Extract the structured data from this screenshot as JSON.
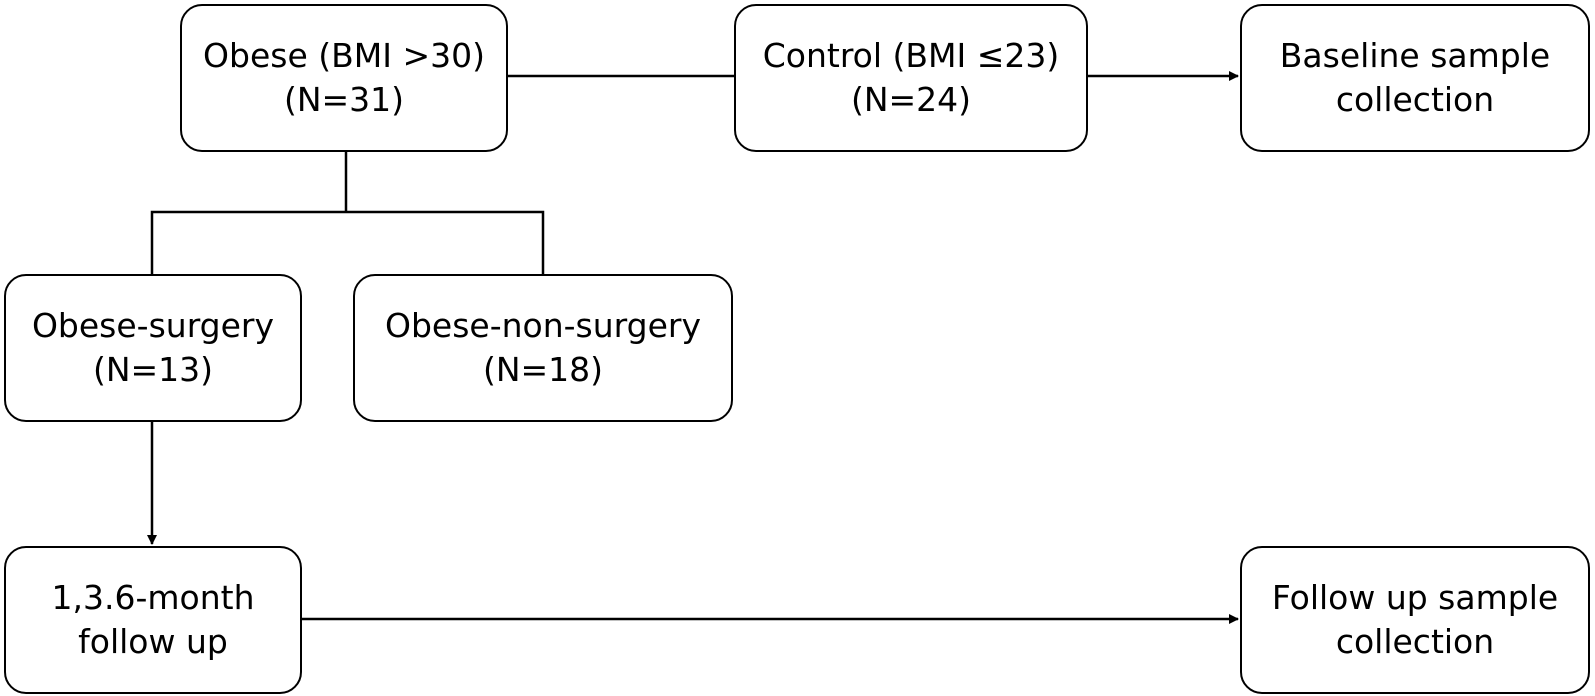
{
  "nodes": {
    "obese": {
      "line1": "Obese (BMI >30)",
      "line2": "(N=31)"
    },
    "control": {
      "line1": "Control (BMI ≤23)",
      "line2": "(N=24)"
    },
    "baseline": {
      "line1": "Baseline sample",
      "line2": "collection"
    },
    "obese_surgery": {
      "line1": "Obese-surgery",
      "line2": "(N=13)"
    },
    "obese_non_surgery": {
      "line1": "Obese-non-surgery",
      "line2": "(N=18)"
    },
    "followup_months": {
      "line1": "1,3.6-month",
      "line2": "follow up"
    },
    "followup_sample": {
      "line1": "Follow up sample",
      "line2": "collection"
    }
  },
  "colors": {
    "stroke": "#000000",
    "fill": "#ffffff"
  }
}
